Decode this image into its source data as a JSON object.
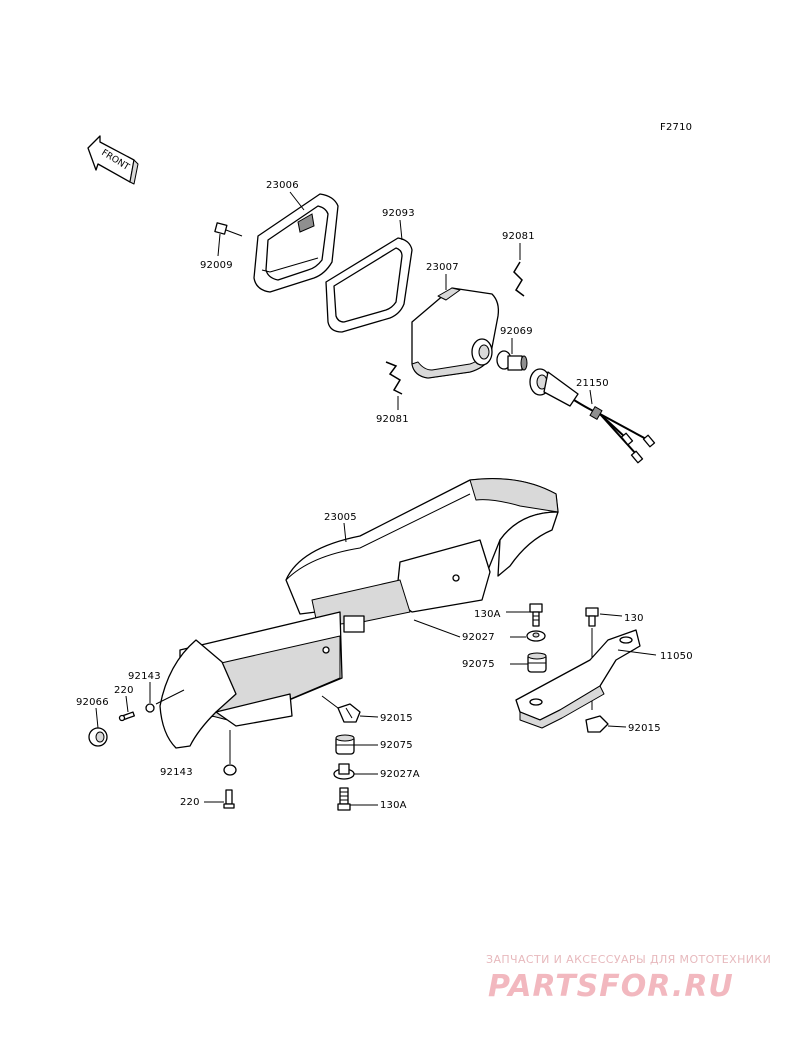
{
  "figure_code": "F2710",
  "front_label": "FRONT",
  "parts": {
    "bezel": "23006",
    "gasket": "92093",
    "spring_upper": "92081",
    "spring_lower": "92081",
    "bolt_rim": "92009",
    "headlamp_body": "23007",
    "bulb": "92069",
    "socket_wire": "21150",
    "housing": "23005",
    "bolt_right": "130A",
    "bolt_far_right": "130",
    "bracket": "11050",
    "collar_upper": "92027",
    "damper_upper": "92075",
    "nut_right": "92015",
    "nut_left": "92015",
    "damper_lower": "92075",
    "collar_lower": "92027A",
    "bolt_lower": "130A",
    "grommet_upper": "92143",
    "screw_upper": "220",
    "cap": "92066",
    "grommet_lower": "92143",
    "screw_lower": "220"
  },
  "watermark": {
    "tagline": "ЗАПЧАСТИ И АКСЕССУАРЫ ДЛЯ МОТОТЕХНИКИ",
    "logo": "PARTSFOR.RU"
  }
}
